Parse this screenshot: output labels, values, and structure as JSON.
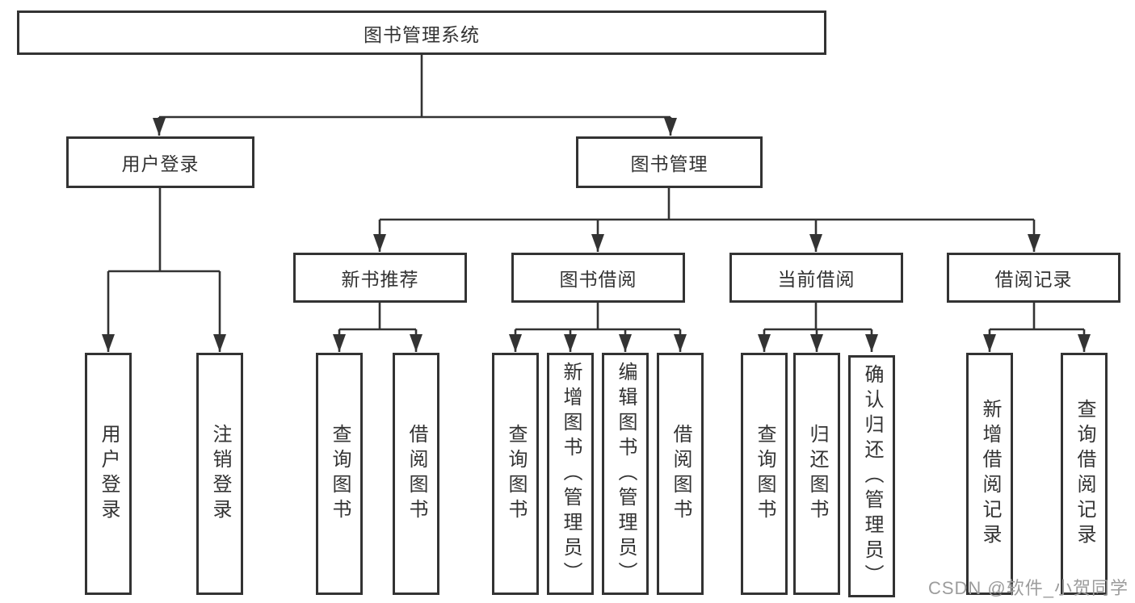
{
  "colors": {
    "line": "#333333",
    "box_border": "#333333",
    "text": "#333333",
    "background": "#ffffff",
    "watermark": "#9c9c9c"
  },
  "watermark": "CSDN @软件_小贺同学",
  "tree": {
    "root": "图书管理系统",
    "branches": [
      {
        "label": "用户登录",
        "children": [
          {
            "label": "用户登录"
          },
          {
            "label": "注销登录"
          }
        ]
      },
      {
        "label": "图书管理",
        "groups": [
          {
            "label": "新书推荐",
            "children": [
              {
                "label": "查询图书"
              },
              {
                "label": "借阅图书"
              }
            ]
          },
          {
            "label": "图书借阅",
            "children": [
              {
                "label": "查询图书"
              },
              {
                "label": "新增图书（管理员）"
              },
              {
                "label": "编辑图书（管理员）"
              },
              {
                "label": "借阅图书"
              }
            ]
          },
          {
            "label": "当前借阅",
            "children": [
              {
                "label": "查询图书"
              },
              {
                "label": "归还图书"
              },
              {
                "label": "确认归还（管理员）"
              }
            ]
          },
          {
            "label": "借阅记录",
            "children": [
              {
                "label": "新增借阅记录"
              },
              {
                "label": "查询借阅记录"
              }
            ]
          }
        ]
      }
    ]
  }
}
